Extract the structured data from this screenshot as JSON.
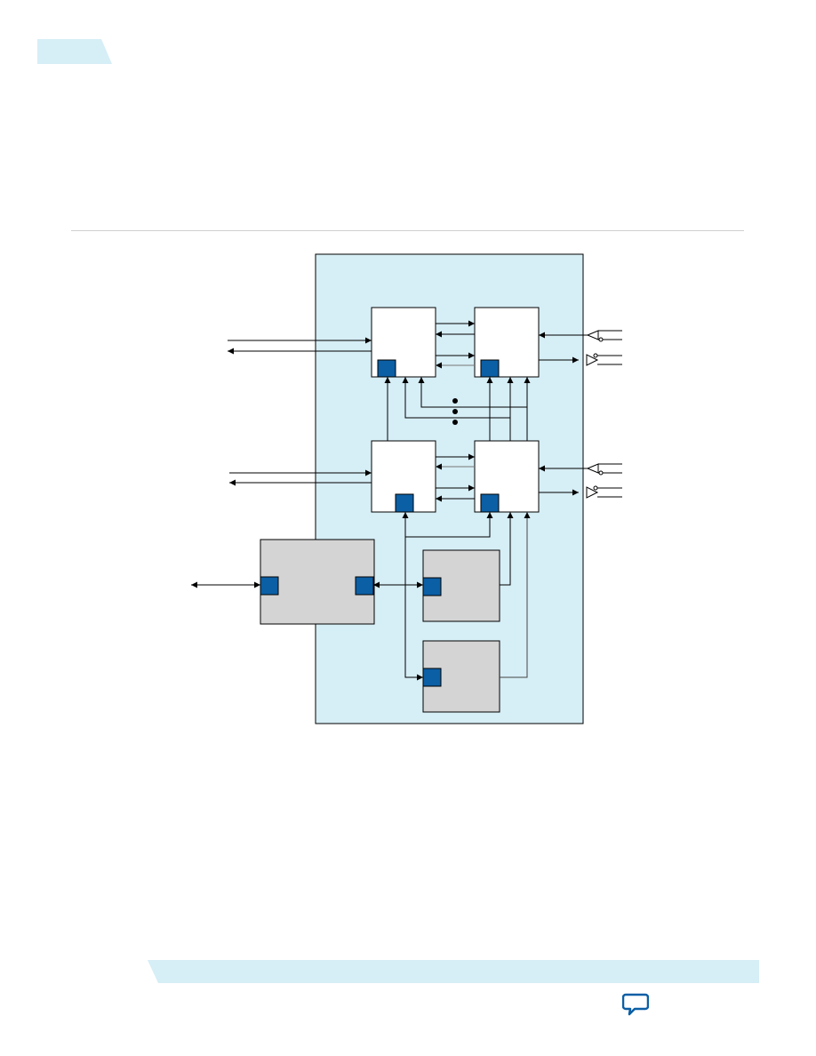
{
  "colors": {
    "panel_fill": "#d6eef6",
    "block_fill": "#ffffff",
    "gray_block_fill": "#d4d4d4",
    "port_fill": "#0b5fa5",
    "line": "#000000",
    "header_band": "#d6eef6",
    "footer_band": "#d6eef6",
    "feedback_icon": "#0b5fa5"
  },
  "icons": {
    "feedback": "speech-bubble-icon"
  },
  "diagram": {
    "blocks": [
      {
        "id": "block-top-left",
        "kind": "logic",
        "port": "bottom-left"
      },
      {
        "id": "block-top-right",
        "kind": "logic",
        "port": "bottom-left"
      },
      {
        "id": "block-bottom-left",
        "kind": "logic",
        "port": "bottom-center"
      },
      {
        "id": "block-bottom-right",
        "kind": "logic",
        "port": "bottom-left"
      },
      {
        "id": "gray-block-large",
        "kind": "gray",
        "port": "left-and-right"
      },
      {
        "id": "gray-block-upper",
        "kind": "gray",
        "port": "left"
      },
      {
        "id": "gray-block-lower",
        "kind": "gray",
        "port": "left"
      }
    ],
    "continuation_dots": 3,
    "buffers_per_channel": 2,
    "channels": 2
  }
}
